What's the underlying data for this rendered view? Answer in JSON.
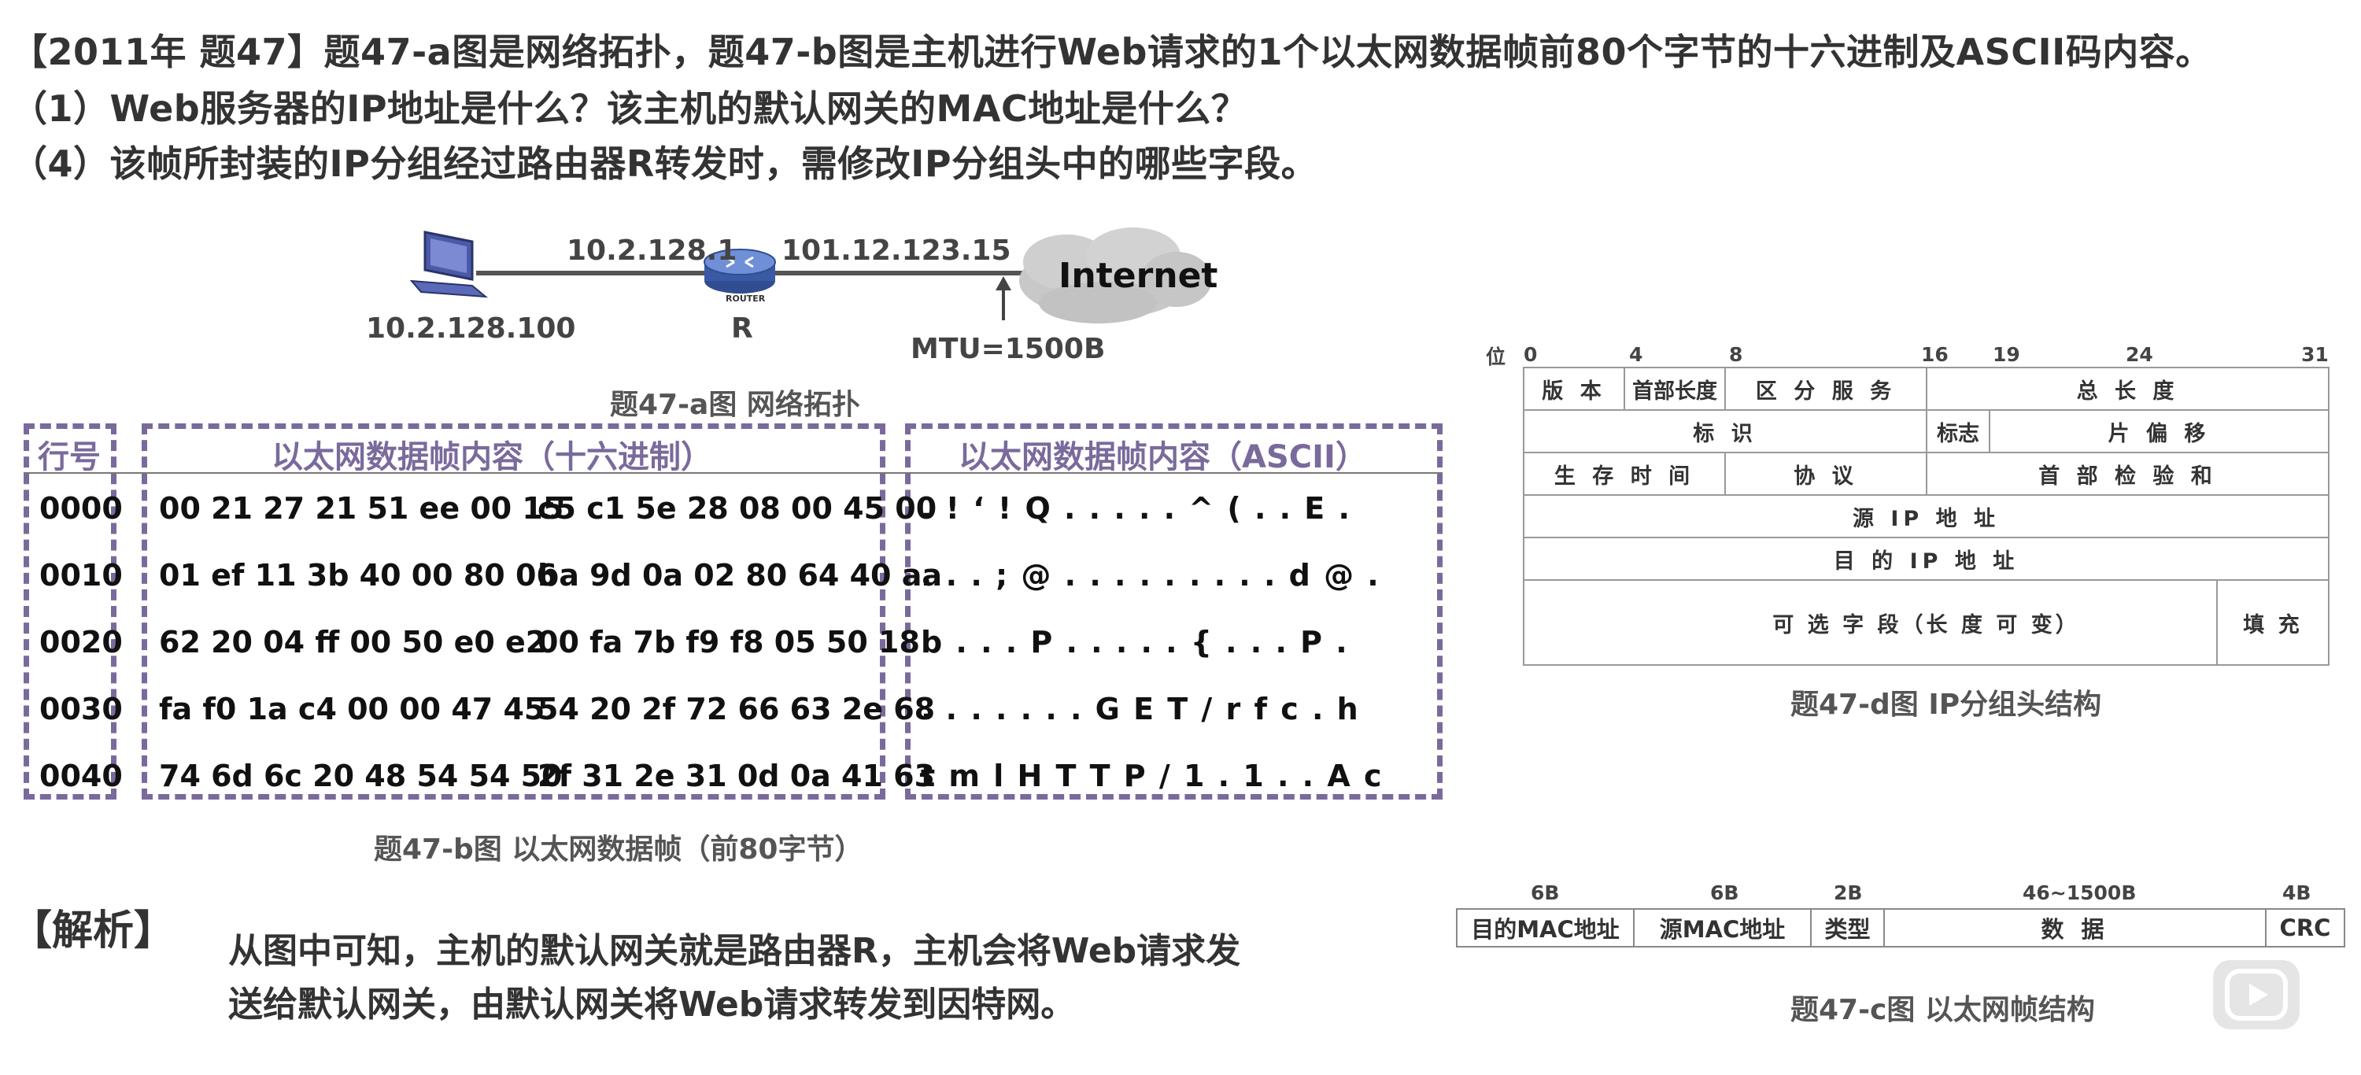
{
  "question": {
    "title": "【2011年 题47】题47-a图是网络拓扑，题47-b图是主机进行Web请求的1个以太网数据帧前80个字节的十六进制及ASCII码内容。",
    "q1": "（1）Web服务器的IP地址是什么？该主机的默认网关的MAC地址是什么？",
    "q4": "（4）该帧所封装的IP分组经过路由器R转发时，需修改IP分组头中的哪些字段。"
  },
  "topology": {
    "host_ip": "10.2.128.100",
    "router_left_ip": "10.2.128.1",
    "router_right_ip": "101.12.123.15",
    "router_name": "R",
    "router_badge": "ROUTER",
    "cloud_label": "Internet",
    "mtu": "MTU=1500B",
    "caption": "题47-a图 网络拓扑"
  },
  "frame": {
    "header_row": "行号",
    "header_hex": "以太网数据帧内容（十六进制）",
    "header_ascii": "以太网数据帧内容（ASCII）",
    "rows": [
      {
        "offset": "0000",
        "hex_a": "00 21 27 21 51 ee 00 15",
        "hex_b": "c5 c1 5e 28 08 00 45 00",
        "ascii": ". ! ‘ ! Q . . .     . . ^ ( . . E ."
      },
      {
        "offset": "0010",
        "hex_a": "01 ef 11 3b 40 00 80 06",
        "hex_b": "ba 9d 0a 02 80 64 40 aa",
        "ascii": ". . . ; @ . . .     . . . . . . d @ ."
      },
      {
        "offset": "0020",
        "hex_a": "62 20 04 ff 00 50 e0 e2",
        "hex_b": "00 fa 7b f9 f8 05 50 18",
        "ascii": "b     . . . P . .     . . . { . . . P ."
      },
      {
        "offset": "0030",
        "hex_a": "fa f0 1a c4 00 00 47 45",
        "hex_b": "54 20 2f 72 66 63 2e 68",
        "ascii": ". . . . . . . G E   T     / r f c . h"
      },
      {
        "offset": "0040",
        "hex_a": "74 6d 6c 20 48 54 54 50",
        "hex_b": "2f 31 2e 31 0d 0a 41 63",
        "ascii": "t m l     H T T P     / 1 . 1 . . A c"
      }
    ],
    "caption": "题47-b图 以太网数据帧（前80字节）"
  },
  "ip_header": {
    "bit_label": "位",
    "bit_numbers": [
      "0",
      "4",
      "8",
      "16",
      "19",
      "24",
      "31"
    ],
    "version": "版 本",
    "ihl": "首部长度",
    "tos": "区 分 服 务",
    "total_length": "总 长 度",
    "identification": "标 识",
    "flags": "标志",
    "fragment_offset": "片 偏 移",
    "ttl": "生 存 时 间",
    "protocol": "协 议",
    "checksum": "首 部 检 验 和",
    "src_ip": "源 IP 地 址",
    "dst_ip": "目 的 IP 地 址",
    "options": "可 选 字 段（长 度 可 变）",
    "padding": "填 充",
    "caption": "题47-d图 IP分组头结构"
  },
  "ethernet_frame": {
    "sizes": [
      "6B",
      "6B",
      "2B",
      "46~1500B",
      "4B"
    ],
    "fields": [
      "目的MAC地址",
      "源MAC地址",
      "类型",
      "数 据",
      "CRC"
    ],
    "caption": "题47-c图 以太网帧结构"
  },
  "analysis": {
    "label": "【解析】",
    "line1": "从图中可知，主机的默认网关就是路由器R，主机会将Web请求发",
    "line2": "送给默认网关，由默认网关将Web请求转发到因特网。"
  },
  "colors": {
    "accent_purple": "#7a6a9c",
    "router_blue": "#4a6fb8",
    "cloud_gray": "#c8c8c8"
  },
  "icons": [
    "computer-icon",
    "router-icon",
    "cloud-icon",
    "arrow-up-icon",
    "play-icon"
  ]
}
